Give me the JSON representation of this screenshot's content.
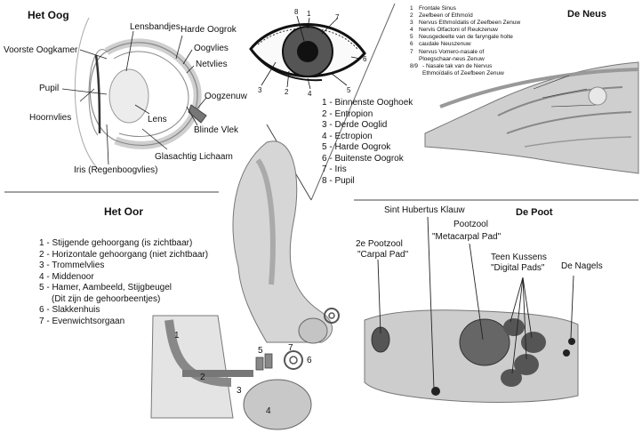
{
  "eye": {
    "title": "Het Oog",
    "labels": {
      "lensbandjes": "Lensbandjes",
      "harde_oogrok": "Harde Oogrok",
      "voorste_oogkamer": "Voorste Oogkamer",
      "oogvlies": "Oogvlies",
      "netvlies": "Netvlies",
      "pupil": "Pupil",
      "oogzenuw": "Oogzenuw",
      "lens": "Lens",
      "hoornvlies": "Hoornvlies",
      "blinde_vlek": "Blinde Vlek",
      "glasachtig": "Glasachtig Lichaam",
      "iris": "Iris (Regenboogvlies)"
    },
    "ext_markers": [
      "1",
      "2",
      "3",
      "4",
      "5",
      "6",
      "7",
      "8"
    ],
    "legend": [
      "1 - Binnenste Ooghoek",
      "2 - Entropion",
      "3 - Derde Ooglid",
      "4 - Ectropion",
      "5 - Harde Oogrok",
      "6 - Buitenste Oogrok",
      "7 - Iris",
      "8 - Pupil"
    ]
  },
  "nose": {
    "title": "De Neus",
    "legend": [
      {
        "n": "1",
        "t": "Frontale Sinus"
      },
      {
        "n": "2",
        "t": "Zeefbeen of Ethmoïd"
      },
      {
        "n": "3",
        "t": "Nervus Ethmoïdalis of Zeefbeen Zenuw"
      },
      {
        "n": "4",
        "t": "Nervis Olfactoni of Reukzenuw"
      },
      {
        "n": "5",
        "t": "Neusgedeelte van de faryngale holte"
      },
      {
        "n": "6",
        "t": "caudale Neuszenuw"
      },
      {
        "n": "7",
        "t": "Nervus Vomero-nasale of"
      },
      {
        "n": "",
        "t": "Ploegschaar-neus Zenuw"
      },
      {
        "n": "8/9",
        "t": "- Nasale tak van de Nervus"
      },
      {
        "n": "",
        "t": "Ethmoïdalis of Zeefbeen Zenuw"
      }
    ]
  },
  "ear": {
    "title": "Het Oor",
    "legend": [
      "1 - Stijgende gehoorgang (is zichtbaar)",
      "2 - Horizontale gehoorgang (niet zichtbaar)",
      "3 - Trommelvlies",
      "4 - Middenoor",
      "5 - Hamer, Aambeeld, Stijgbeugel",
      "(Dit zijn de gehoorbeentjes)",
      "6 - Slakkenhuis",
      "7 - Evenwichtsorgaan"
    ],
    "markers": [
      "1",
      "2",
      "3",
      "4",
      "5",
      "6",
      "7"
    ]
  },
  "paw": {
    "title": "De Poot",
    "labels": {
      "sint_hubertus": "Sint Hubertus Klauw",
      "pootzool_1": "Pootzool",
      "pootzool_2": "\"Metacarpal Pad\"",
      "tweede_1": "2e Pootzool",
      "tweede_2": "\"Carpal Pad\"",
      "teen_1": "Teen Kussens",
      "teen_2": "\"Digital Pads\"",
      "nagels": "De Nagels"
    }
  }
}
